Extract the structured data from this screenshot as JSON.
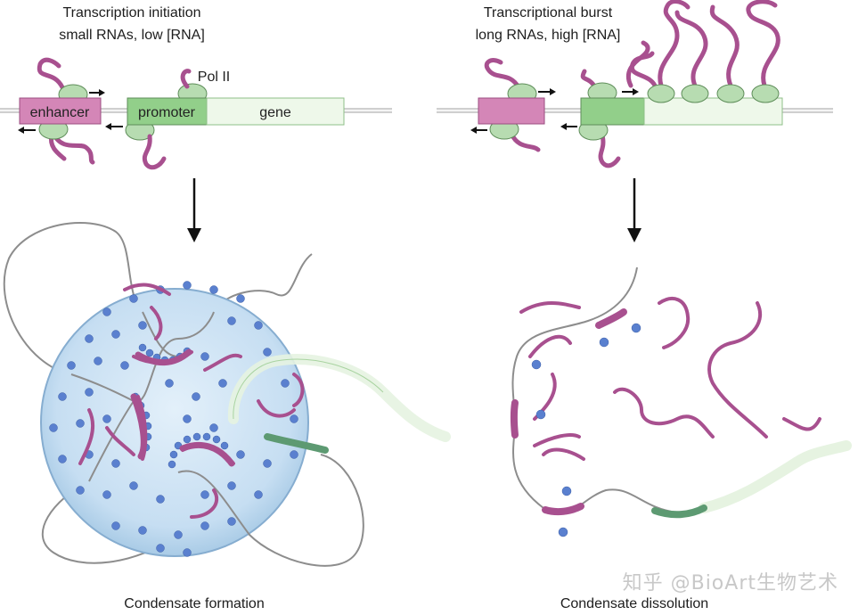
{
  "left_panel": {
    "title_line1": "Transcription initiation",
    "title_line2": "small RNAs, low [RNA]",
    "polii_label": "Pol II",
    "enhancer_label": "enhancer",
    "promoter_label": "promoter",
    "gene_label": "gene",
    "caption": "Condensate formation"
  },
  "right_panel": {
    "title_line1": "Transcriptional burst",
    "title_line2": "long RNAs, high [RNA]",
    "caption": "Condensate dissolution"
  },
  "watermark": "知乎 @BioArt生物艺术",
  "colors": {
    "enhancer": "#d486b7",
    "promoter": "#92cf8a",
    "gene": "#eef8ea",
    "polii": "#b7dcb1",
    "rna": "#a8508f",
    "protein": "#5a80cf",
    "condensate": "#c9e1f3"
  }
}
